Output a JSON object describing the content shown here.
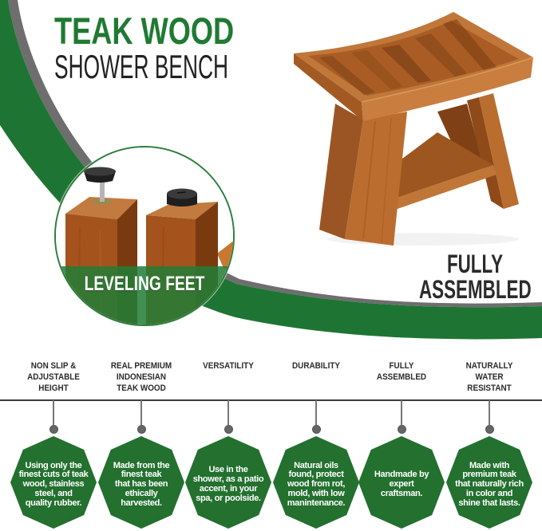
{
  "title": {
    "line1": "TEAK WOOD",
    "line2": "SHOWER BENCH"
  },
  "callouts": {
    "leveling_feet": "LEVELING FEET",
    "fully_assembled": {
      "line1": "FULLY",
      "line2": "ASSEMBLED"
    }
  },
  "images": {
    "hero": "teak-shower-bench-photo",
    "inset": "leveling-feet-closeup-photo"
  },
  "features": [
    {
      "label": "NON SLIP &\nADJUSTABLE\nHEIGHT",
      "description": "Using only the\nfinest cuts of teak\nwood, stainless\nsteel, and\nquality rubber."
    },
    {
      "label": "REAL PREMIUM\nINDONESIAN\nTEAK WOOD",
      "description": "Made from the\nfinest teak\nthat has been\nethically\nharvested."
    },
    {
      "label": "VERSATILITY",
      "description": "Use in the\nshower, as a patio\naccent, in your\nspa, or poolside."
    },
    {
      "label": "DURABILITY",
      "description": "Natural oils\nfound, protect\nwood from rot,\nmold, with low\nmanintenance."
    },
    {
      "label": "FULLY\nASSEMBLED",
      "description": "Handmade by\nexpert\ncraftsman."
    },
    {
      "label": "NATURALLY\nWATER\nRESISTANT",
      "description": "Made with\npremium teak\nthat naturally rich\nin color and\nshine that lasts."
    }
  ],
  "colors": {
    "brand_green": "#1f7a32",
    "band_green": "#1e7533",
    "octagon_green": "#23702f",
    "band_gray": "#6e6e6e",
    "text_dark": "#2b2b2b",
    "teak_wood": "#b86a2c"
  }
}
